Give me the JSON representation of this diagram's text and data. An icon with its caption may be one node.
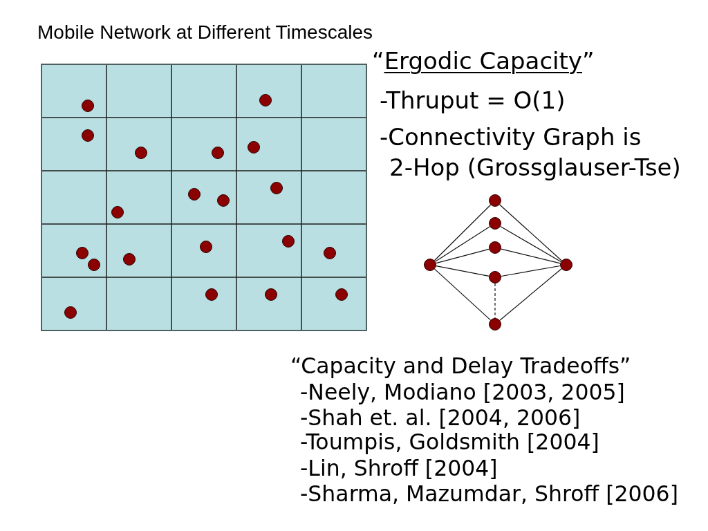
{
  "diagram": {
    "title": "Mobile Network at Different Timescales",
    "nodes": [
      {
        "text": [],
        "shape": "circle"
      },
      {
        "text": [],
        "shape": "circle"
      },
      {
        "text": [],
        "shape": "circle"
      },
      {
        "text": [],
        "shape": "circle"
      },
      {
        "text": [],
        "shape": "circle"
      },
      {
        "text": [],
        "shape": "circle"
      },
      {
        "text": [],
        "shape": "circle"
      }
    ],
    "edges": [
      {
        "from": 3,
        "to": 0,
        "arrow": "none"
      },
      {
        "from": 3,
        "to": 1,
        "arrow": "none"
      },
      {
        "from": 3,
        "to": 2,
        "arrow": "none"
      },
      {
        "from": 3,
        "to": 5,
        "arrow": "none"
      },
      {
        "from": 3,
        "to": 6,
        "arrow": "none"
      },
      {
        "from": 0,
        "to": 4,
        "arrow": "none"
      },
      {
        "from": 1,
        "to": 4,
        "arrow": "none"
      },
      {
        "from": 2,
        "to": 4,
        "arrow": "none"
      },
      {
        "from": 5,
        "to": 4,
        "arrow": "none"
      },
      {
        "from": 6,
        "to": 4,
        "arrow": "none"
      },
      {
        "from": 5,
        "to": 6,
        "arrow": "none",
        "style": "dashed"
      }
    ],
    "labels": [
      "“Ergodic Capacity”",
      "-Thruput = O(1)",
      "-Connectivity Graph is 2-Hop (Grossglauser-Tse)",
      "“Capacity and Delay Tradeoffs”",
      "-Neely, Modiano [2003, 2005]",
      "-Shah et. al. [2004, 2006]",
      "-Toumpis, Goldsmith [2004]",
      "-Lin, Shroff [2004]",
      "-Sharma, Mazumdar, Shroff [2006]"
    ]
  }
}
